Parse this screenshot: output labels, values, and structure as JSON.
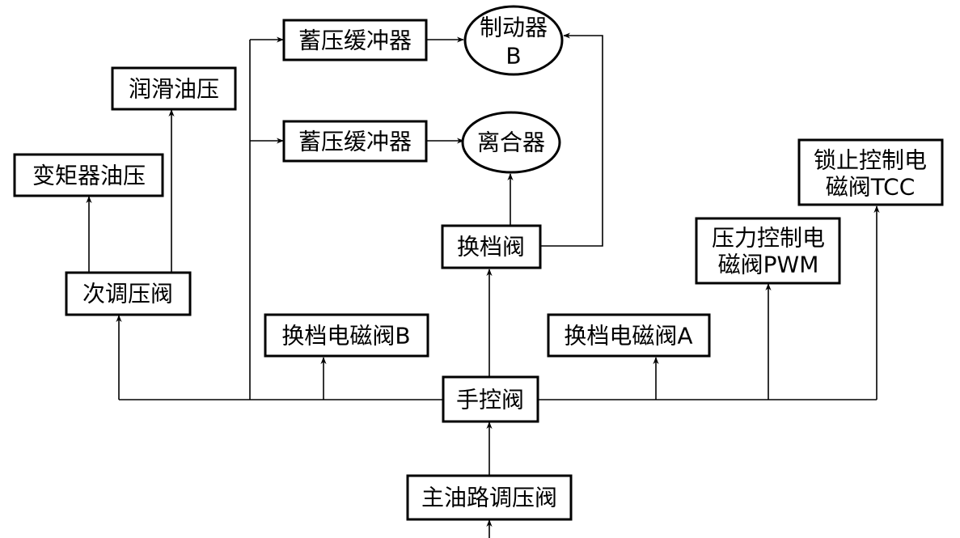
{
  "nodes": {
    "main_regulator": "主油路调压阀",
    "manual_valve": "手控阀",
    "secondary_regulator": "次调压阀",
    "torque_converter_pressure": "变矩器油压",
    "lube_pressure": "润滑油压",
    "accumulator_top": "蓄压缓冲器",
    "accumulator_bottom": "蓄压缓冲器",
    "brake_b_line1": "制动器",
    "brake_b_line2": "B",
    "clutch": "离合器",
    "shift_valve": "换档阀",
    "shift_solenoid_b": "换档电磁阀B",
    "shift_solenoid_a": "换档电磁阀A",
    "pressure_control_line1": "压力控制电",
    "pressure_control_line2": "磁阀PWM",
    "lockup_line1": "锁止控制电",
    "lockup_line2": "磁阀TCC"
  }
}
